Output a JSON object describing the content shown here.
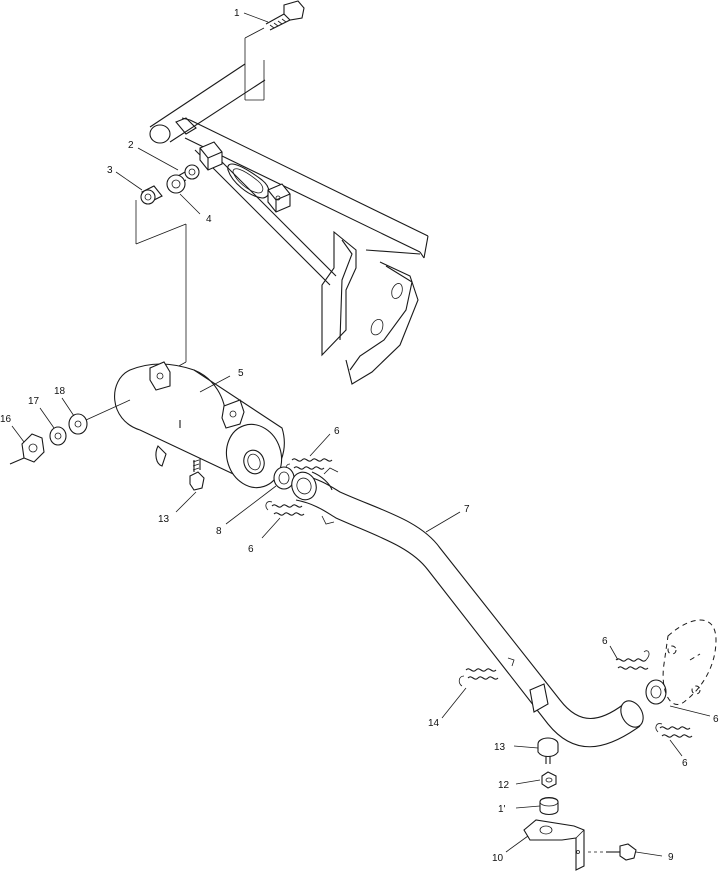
{
  "callouts": [
    {
      "id": "c1",
      "text": "1"
    },
    {
      "id": "c2",
      "text": "2"
    },
    {
      "id": "c3",
      "text": "3"
    },
    {
      "id": "c4",
      "text": "4"
    },
    {
      "id": "c5",
      "text": "5"
    },
    {
      "id": "c6a",
      "text": "6"
    },
    {
      "id": "c6b",
      "text": "6"
    },
    {
      "id": "c6c",
      "text": "6"
    },
    {
      "id": "c6d",
      "text": "6"
    },
    {
      "id": "c6e",
      "text": "6"
    },
    {
      "id": "c7",
      "text": "7"
    },
    {
      "id": "c8",
      "text": "8"
    },
    {
      "id": "c9",
      "text": "9"
    },
    {
      "id": "c10",
      "text": "10"
    },
    {
      "id": "c11",
      "text": "1'"
    },
    {
      "id": "c12",
      "text": "12"
    },
    {
      "id": "c13a",
      "text": "13"
    },
    {
      "id": "c13b",
      "text": "13"
    },
    {
      "id": "c14",
      "text": "14"
    },
    {
      "id": "c16",
      "text": "16"
    },
    {
      "id": "c17",
      "text": "17"
    },
    {
      "id": "c18",
      "text": "18"
    }
  ]
}
